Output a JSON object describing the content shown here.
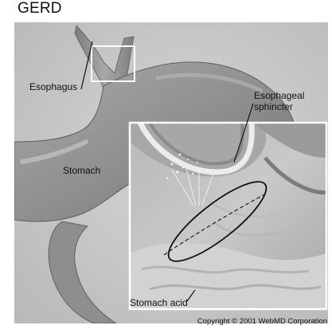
{
  "title": "GERD",
  "labels": {
    "esophagus": "Esophagus",
    "stomach": "Stomach",
    "sphincter_line1": "Esophageal",
    "sphincter_line2": "sphincter",
    "stomach_acid": "Stomach acid"
  },
  "copyright": "Copyright © 2001 WebMD Corporation"
}
